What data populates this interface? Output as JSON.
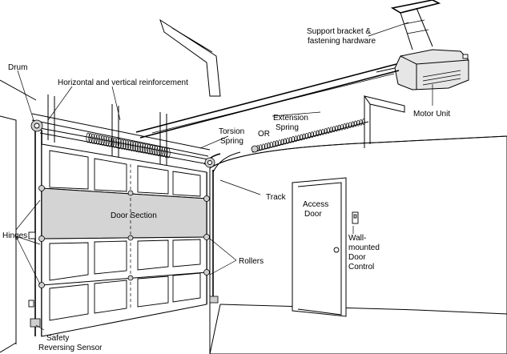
{
  "labels": {
    "support_bracket": [
      "Support bracket &",
      "fastening hardware"
    ],
    "drum": "Drum",
    "reinforcement": "Horizontal and vertical reinforcement",
    "motor_unit": "Motor Unit",
    "extension_spring": [
      "Extension",
      "Spring"
    ],
    "or": "OR",
    "torsion_spring": [
      "Torsion",
      "Spring"
    ],
    "track": "Track",
    "access_door": [
      "Access",
      "Door"
    ],
    "door_section": "Door Section",
    "hinges": "Hinges",
    "wall_control": [
      "Wall-",
      "mounted",
      "Door",
      "Control"
    ],
    "rollers": "Rollers",
    "safety_sensor": [
      "Safety",
      "Reversing Sensor"
    ]
  }
}
